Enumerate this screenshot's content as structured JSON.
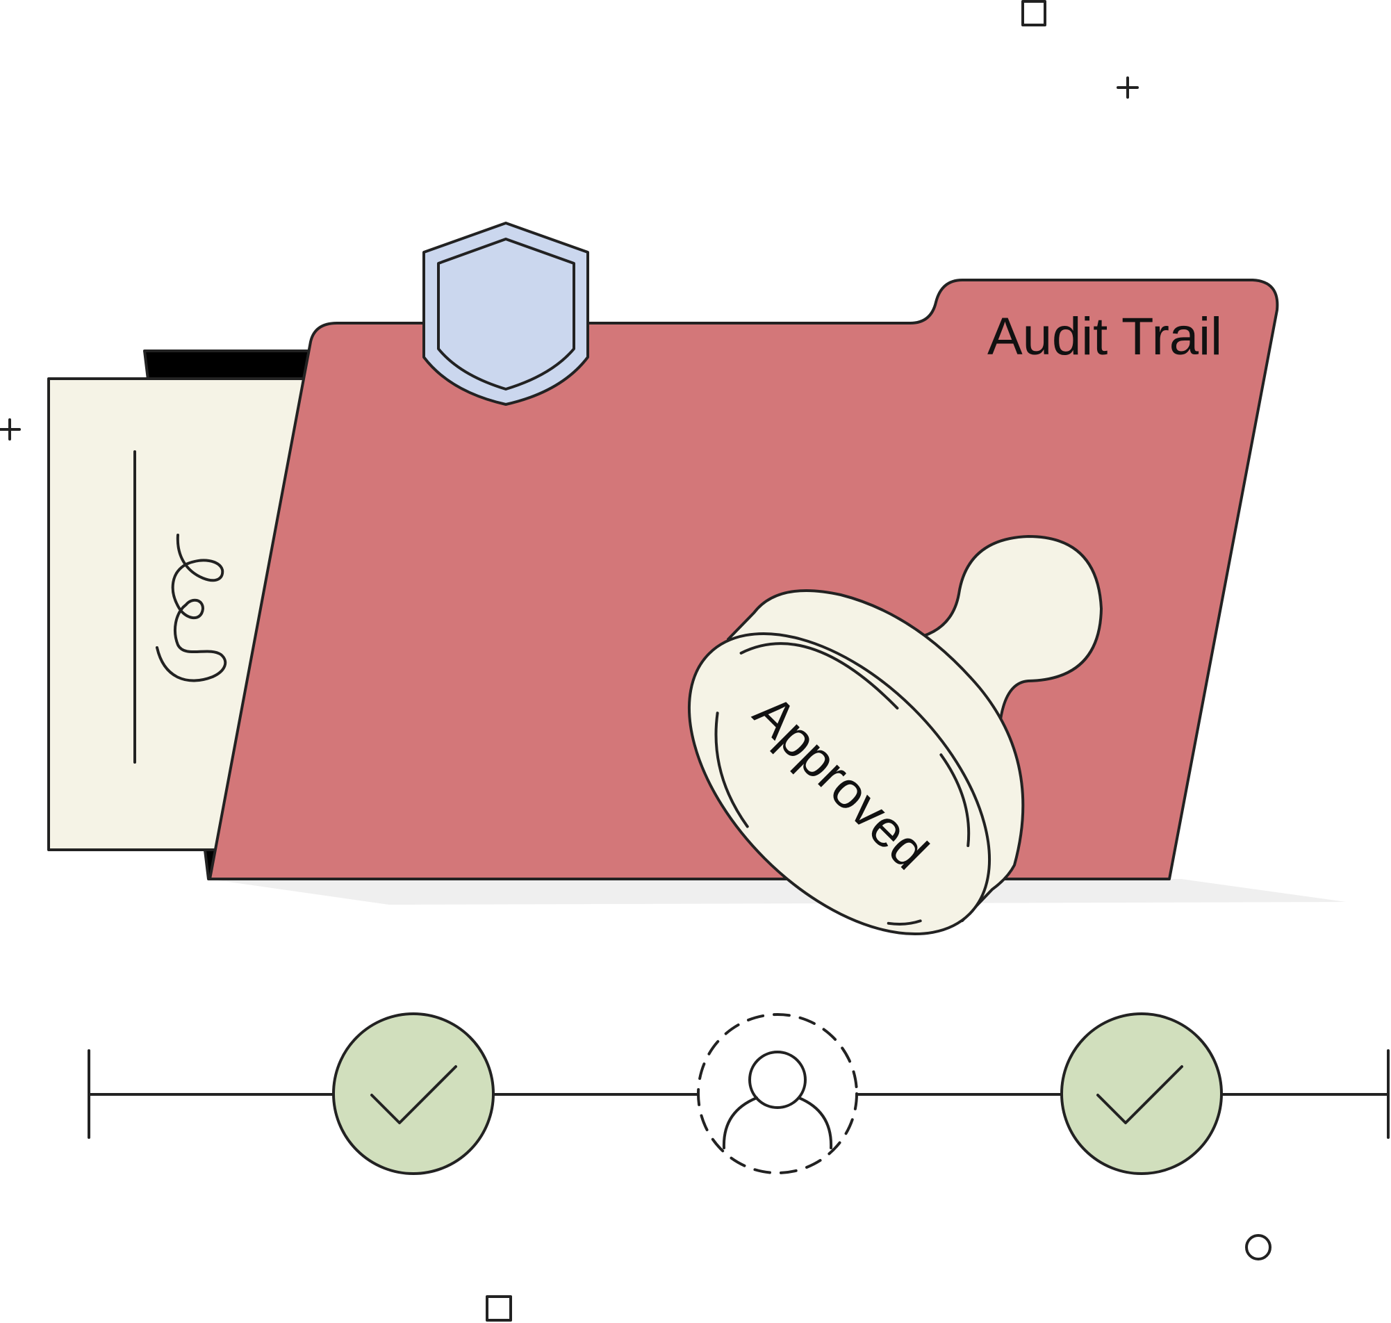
{
  "folder": {
    "tab_label": "Audit Trail"
  },
  "stamp": {
    "text": "Approved"
  },
  "timeline": {
    "steps": [
      {
        "state": "complete",
        "icon": "checkmark-icon"
      },
      {
        "state": "pending",
        "icon": "user-icon"
      },
      {
        "state": "complete",
        "icon": "checkmark-icon"
      }
    ]
  },
  "colors": {
    "folder": "#d37779",
    "paper": "#f5f3e6",
    "shield": "#cbd7ee",
    "complete": "#d1dfbd",
    "ink": "#222222"
  }
}
